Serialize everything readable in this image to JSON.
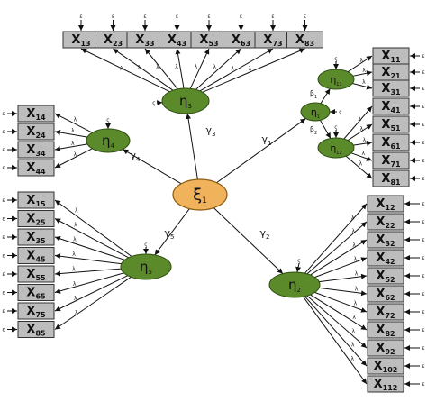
{
  "exogenous": {
    "base": "ξ",
    "sub": "1"
  },
  "latents": [
    {
      "id": "eta3",
      "base": "η",
      "sub": "3"
    },
    {
      "id": "eta4",
      "base": "η",
      "sub": "4"
    },
    {
      "id": "eta1",
      "base": "η",
      "sub": "1"
    },
    {
      "id": "eta11",
      "base": "η",
      "sub": "11"
    },
    {
      "id": "eta12",
      "base": "η",
      "sub": "12"
    },
    {
      "id": "eta5",
      "base": "η",
      "sub": "5"
    },
    {
      "id": "eta2",
      "base": "η",
      "sub": "2"
    }
  ],
  "gammas": [
    {
      "id": "g3",
      "base": "γ",
      "sub": "3"
    },
    {
      "id": "g4",
      "base": "γ",
      "sub": "4"
    },
    {
      "id": "g1",
      "base": "γ",
      "sub": "1"
    },
    {
      "id": "g5",
      "base": "γ",
      "sub": "5"
    },
    {
      "id": "g2",
      "base": "γ",
      "sub": "2"
    }
  ],
  "betas": [
    {
      "base": "β",
      "sub": "1"
    },
    {
      "base": "β",
      "sub": "2"
    }
  ],
  "indicator_groups": {
    "top": [
      "13",
      "23",
      "33",
      "43",
      "53",
      "63",
      "73",
      "83"
    ],
    "left_small": [
      "14",
      "24",
      "34",
      "44"
    ],
    "right_upper": [
      "11",
      "21",
      "31"
    ],
    "right_mid": [
      "41",
      "51",
      "61",
      "71",
      "81"
    ],
    "left_large": [
      "15",
      "25",
      "35",
      "45",
      "55",
      "65",
      "75",
      "85"
    ],
    "right_large": [
      "12",
      "22",
      "32",
      "42",
      "52",
      "62",
      "72",
      "82",
      "92",
      "102",
      "112"
    ]
  },
  "indicator_letter": "X",
  "lambda_symbol": "λ",
  "error_symbol": "ε",
  "disturbance_symbol": "ς",
  "colors": {
    "latent": "#5a8a2a",
    "exogenous": "#f0b35b",
    "indicator": "#bdbdbd"
  }
}
